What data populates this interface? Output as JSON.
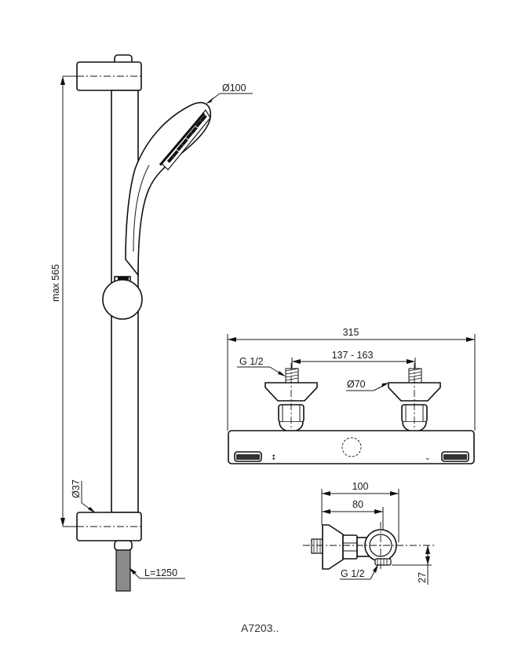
{
  "drawing": {
    "product_code": "A7203..",
    "shower_rail": {
      "height_label": "max 565",
      "rail_diameter_label": "Ø37",
      "hose_length_label": "L=1250",
      "handshower_diameter_label": "Ø100"
    },
    "mixer_front": {
      "width_label": "315",
      "centers_label": "137 - 163",
      "thread_label": "G 1/2",
      "flange_diameter_label": "Ø70"
    },
    "mixer_side": {
      "depth_label": "100",
      "depth_inner_label": "80",
      "thread_label": "G 1/2",
      "height_label": "27"
    }
  }
}
